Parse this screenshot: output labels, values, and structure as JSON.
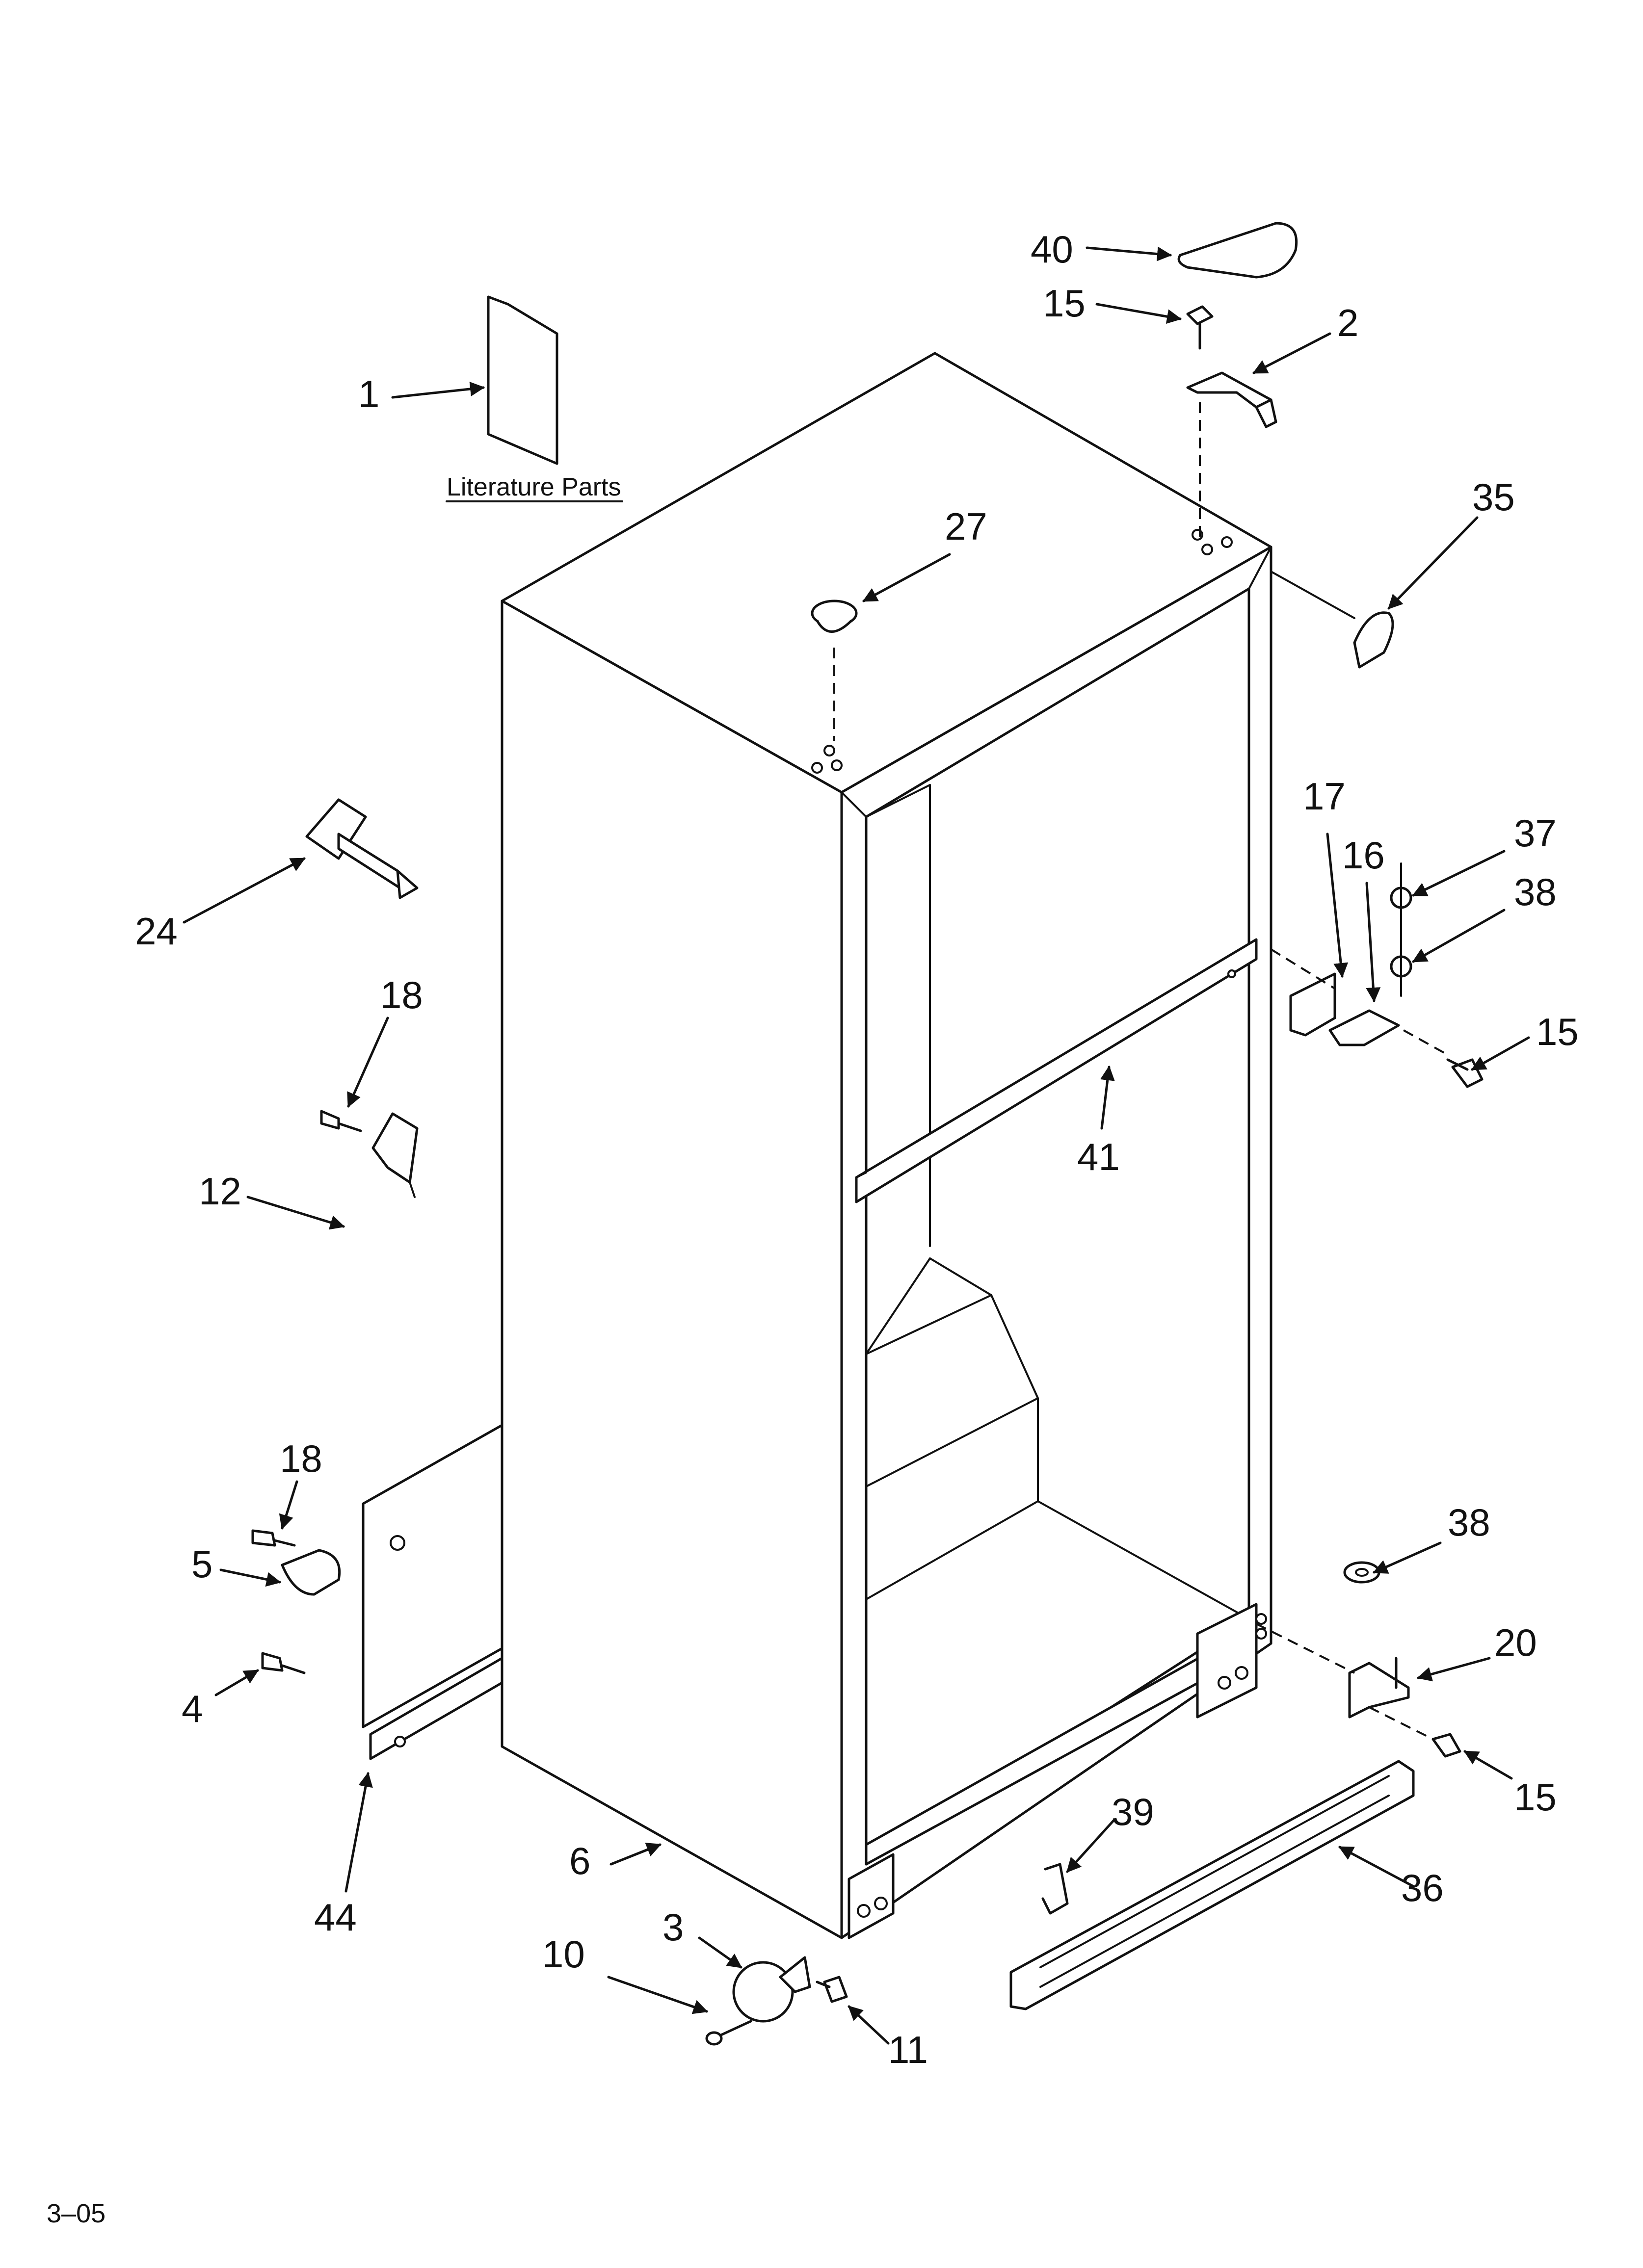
{
  "diagram": {
    "caption": "Literature Parts",
    "revision_code": "3–05",
    "callouts": [
      {
        "id": "c40",
        "label": "40"
      },
      {
        "id": "c15a",
        "label": "15"
      },
      {
        "id": "c2",
        "label": "2"
      },
      {
        "id": "c1",
        "label": "1"
      },
      {
        "id": "c27",
        "label": "27"
      },
      {
        "id": "c35",
        "label": "35"
      },
      {
        "id": "c17",
        "label": "17"
      },
      {
        "id": "c16",
        "label": "16"
      },
      {
        "id": "c37",
        "label": "37"
      },
      {
        "id": "c38a",
        "label": "38"
      },
      {
        "id": "c15b",
        "label": "15"
      },
      {
        "id": "c24",
        "label": "24"
      },
      {
        "id": "c18a",
        "label": "18"
      },
      {
        "id": "c12",
        "label": "12"
      },
      {
        "id": "c41",
        "label": "41"
      },
      {
        "id": "c18b",
        "label": "18"
      },
      {
        "id": "c5",
        "label": "5"
      },
      {
        "id": "c4",
        "label": "4"
      },
      {
        "id": "c44",
        "label": "44"
      },
      {
        "id": "c38b",
        "label": "38"
      },
      {
        "id": "c20",
        "label": "20"
      },
      {
        "id": "c15c",
        "label": "15"
      },
      {
        "id": "c39",
        "label": "39"
      },
      {
        "id": "c36",
        "label": "36"
      },
      {
        "id": "c6",
        "label": "6"
      },
      {
        "id": "c3",
        "label": "3"
      },
      {
        "id": "c10",
        "label": "10"
      },
      {
        "id": "c11",
        "label": "11"
      }
    ]
  }
}
